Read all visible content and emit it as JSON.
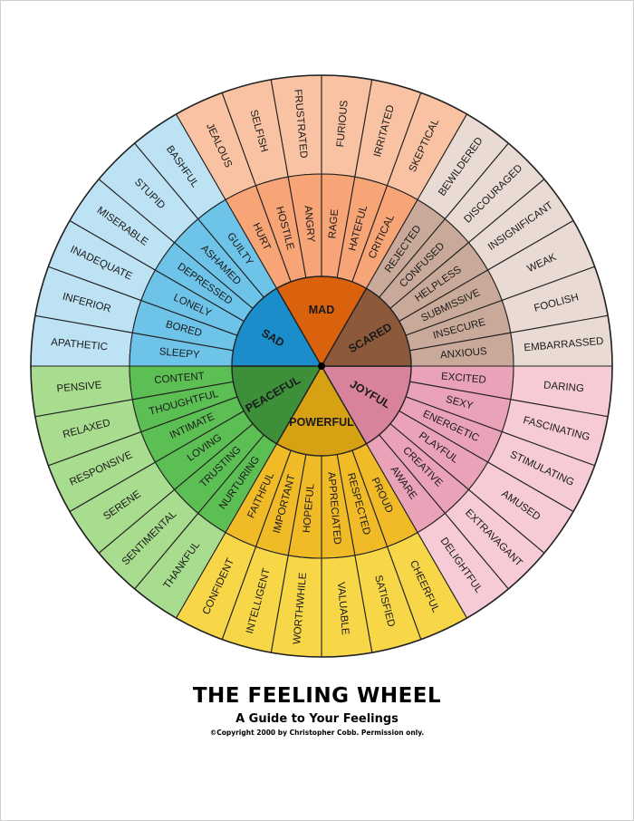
{
  "title": "THE FEELING WHEEL",
  "subtitle": "A Guide to Your Feelings",
  "copyright": "©Copyright 2000 by Christopher Cobb.  Permission only.",
  "emotions": [
    {
      "core": "JOYFUL",
      "start": 0,
      "colors": {
        "core": "#d9829c",
        "mid": "#eaa2b9",
        "outer": "#f6cbd6"
      },
      "secondary": [
        "EXCITED",
        "SEXY",
        "ENERGETIC",
        "PLAYFUL",
        "CREATIVE",
        "AWARE"
      ],
      "tertiary": [
        "DARING",
        "FASCINATING",
        "STIMULATING",
        "AMUSED",
        "EXTRAVAGANT",
        "DELIGHTFUL"
      ]
    },
    {
      "core": "POWERFUL",
      "start": 60,
      "colors": {
        "core": "#d7a114",
        "mid": "#f0bb27",
        "outer": "#f7d748"
      },
      "secondary": [
        "PROUD",
        "RESPECTED",
        "APPRECIATED",
        "HOPEFUL",
        "IMPORTANT",
        "FAITHFUL"
      ],
      "tertiary": [
        "CHEERFUL",
        "SATISFIED",
        "VALUABLE",
        "WORTHWHILE",
        "INTELLIGENT",
        "CONFIDENT"
      ]
    },
    {
      "core": "PEACEFUL",
      "start": 120,
      "colors": {
        "core": "#3d8f3a",
        "mid": "#5cbf54",
        "outer": "#a8dc8e"
      },
      "secondary": [
        "NURTURING",
        "TRUSTING",
        "LOVING",
        "INTIMATE",
        "THOUGHTFUL",
        "CONTENT"
      ],
      "tertiary": [
        "THANKFUL",
        "SENTIMENTAL",
        "SERENE",
        "RESPONSIVE",
        "RELAXED",
        "PENSIVE"
      ]
    },
    {
      "core": "SAD",
      "start": 180,
      "colors": {
        "core": "#1b8dcb",
        "mid": "#6dc3e8",
        "outer": "#bde2f4"
      },
      "secondary": [
        "SLEEPY",
        "BORED",
        "LONELY",
        "DEPRESSED",
        "ASHAMED",
        "GUILTY"
      ],
      "tertiary": [
        "APATHETIC",
        "INFERIOR",
        "INADEQUATE",
        "MISERABLE",
        "STUPID",
        "BASHFUL"
      ]
    },
    {
      "core": "MAD",
      "start": 240,
      "colors": {
        "core": "#da620d",
        "mid": "#f7a476",
        "outer": "#f9c3a3"
      },
      "secondary": [
        "HURT",
        "HOSTILE",
        "ANGRY",
        "RAGE",
        "HATEFUL",
        "CRITICAL"
      ],
      "tertiary": [
        "JEALOUS",
        "SELFISH",
        "FRUSTRATED",
        "FURIOUS",
        "IRRITATED",
        "SKEPTICAL"
      ]
    },
    {
      "core": "SCARED",
      "start": 300,
      "colors": {
        "core": "#8c5a3a",
        "mid": "#c9a999",
        "outer": "#e9dbd3"
      },
      "secondary": [
        "REJECTED",
        "CONFUSED",
        "HELPLESS",
        "SUBMISSIVE",
        "INSECURE",
        "ANXIOUS"
      ],
      "tertiary": [
        "BEWILDERED",
        "DISCOURAGED",
        "INSIGNIFICANT",
        "WEAK",
        "FOOLISH",
        "EMBARRASSED"
      ]
    }
  ]
}
